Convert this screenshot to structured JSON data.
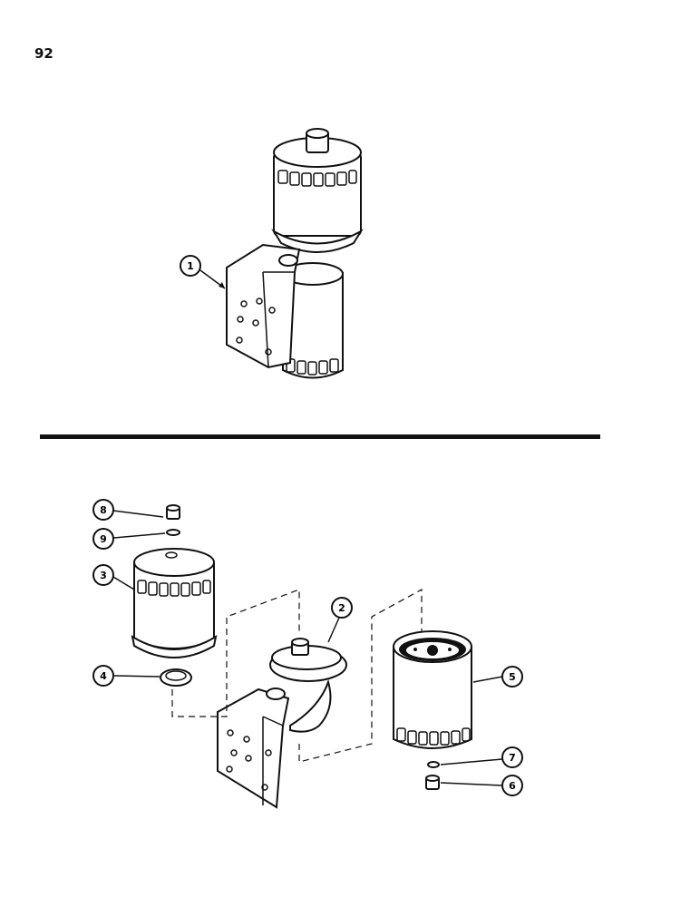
{
  "page": {
    "number": "92"
  },
  "callouts": {
    "c1": "1",
    "c2": "2",
    "c3": "3",
    "c4": "4",
    "c5": "5",
    "c6": "6",
    "c7": "7",
    "c8": "8",
    "c9": "9"
  }
}
